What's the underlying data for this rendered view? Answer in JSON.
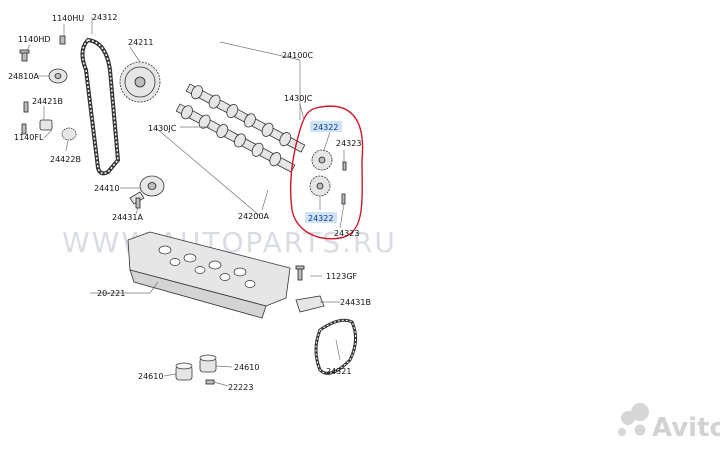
{
  "watermark": "WWW.AUTOPARTS.RU",
  "brand": "Avito",
  "brand_icon": "avito-logo-icon",
  "highlight_color": "#d0182a",
  "label_highlight_bg": "#cfe3f7",
  "labels": {
    "l24312": "24312",
    "l1140HU": "1140HU",
    "l24211": "24211",
    "l1140HD": "1140HD",
    "l24810A": "24810A",
    "l24421B": "24421B",
    "l1140FL": "1140FL",
    "l24422B": "24422B",
    "l24410": "24410",
    "l24431A": "24431A",
    "l24100C": "24100C",
    "l1430JC_top": "1430JC",
    "l1430JC_left": "1430JC",
    "l24322_top": "24322",
    "l24323_top": "24323",
    "l24322_bottom": "24322",
    "l24323_bottom": "24323",
    "l24200A": "24200A",
    "l1123GF": "1123GF",
    "l24431B": "24431B",
    "l20221": "20-221",
    "l24321": "24321",
    "l24610_left": "24610",
    "l24610_right": "24610",
    "l22223": "22223"
  }
}
